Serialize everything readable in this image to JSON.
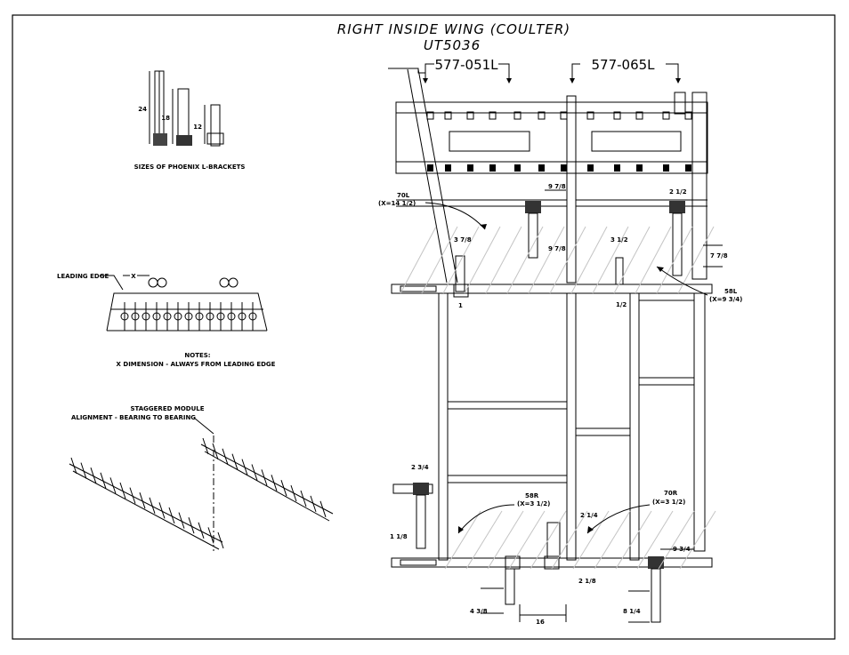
{
  "title": "RIGHT INSIDE WING (COULTER)",
  "model": "UT5036",
  "sections": {
    "left": "577-051L",
    "right": "577-065L"
  },
  "brackets": {
    "caption": "SIZES OF PHOENIX L-BRACKETS",
    "sizes": [
      "24",
      "18",
      "12"
    ]
  },
  "leading_edge": {
    "label": "LEADING EDGE",
    "x": "X"
  },
  "notes": {
    "heading": "NOTES:",
    "line": "X DIMENSION - ALWAYS FROM LEADING EDGE"
  },
  "staggered": {
    "line1": "STAGGERED MODULE",
    "line2": "ALIGNMENT - BEARING TO BEARING"
  },
  "callouts": {
    "c70L": {
      "name": "70L",
      "x": "(X=14 1/2)"
    },
    "c58L": {
      "name": "58L",
      "x": "(X=9 3/4)"
    },
    "c58R": {
      "name": "58R",
      "x": "(X=3 1/2)"
    },
    "c70R": {
      "name": "70R",
      "x": "(X=3 1/2)"
    }
  },
  "dims": {
    "d1": "9 7/8",
    "d2": "2 1/2",
    "d3": "3 7/8",
    "d4": "9 7/8",
    "d5": "3 1/2",
    "d6": "7 7/8",
    "d7": "1",
    "d8": "1/2",
    "d9": "2 3/4",
    "d10": "1 1/8",
    "d11": "2 1/4",
    "d12": "9 3/4",
    "d13": "2 1/8",
    "d14": "4 3/8",
    "d15": "16",
    "d16": "8 1/4"
  }
}
